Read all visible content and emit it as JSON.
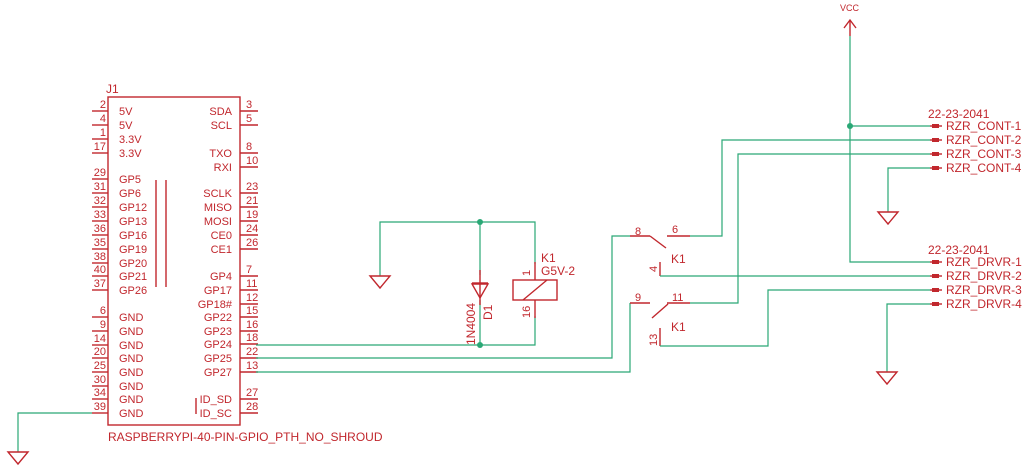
{
  "header": {
    "designator": "J1",
    "part": "RASPBERRYPI-40-PIN-GPIO_PTH_NO_SHROUD"
  },
  "left_pins": [
    {
      "num": "2",
      "name": "5V"
    },
    {
      "num": "4",
      "name": "5V"
    },
    {
      "num": "1",
      "name": "3.3V"
    },
    {
      "num": "17",
      "name": "3.3V"
    },
    {
      "num": "29",
      "name": "GP5"
    },
    {
      "num": "31",
      "name": "GP6"
    },
    {
      "num": "32",
      "name": "GP12"
    },
    {
      "num": "33",
      "name": "GP13"
    },
    {
      "num": "36",
      "name": "GP16"
    },
    {
      "num": "35",
      "name": "GP19"
    },
    {
      "num": "38",
      "name": "GP20"
    },
    {
      "num": "40",
      "name": "GP21"
    },
    {
      "num": "37",
      "name": "GP26"
    },
    {
      "num": "6",
      "name": "GND"
    },
    {
      "num": "9",
      "name": "GND"
    },
    {
      "num": "14",
      "name": "GND"
    },
    {
      "num": "20",
      "name": "GND"
    },
    {
      "num": "25",
      "name": "GND"
    },
    {
      "num": "30",
      "name": "GND"
    },
    {
      "num": "34",
      "name": "GND"
    },
    {
      "num": "39",
      "name": "GND"
    }
  ],
  "right_pins": [
    {
      "num": "3",
      "name": "SDA"
    },
    {
      "num": "5",
      "name": "SCL"
    },
    {
      "num": "8",
      "name": "TXO"
    },
    {
      "num": "10",
      "name": "RXI"
    },
    {
      "num": "23",
      "name": "SCLK"
    },
    {
      "num": "21",
      "name": "MISO"
    },
    {
      "num": "19",
      "name": "MOSI"
    },
    {
      "num": "24",
      "name": "CE0"
    },
    {
      "num": "26",
      "name": "CE1"
    },
    {
      "num": "7",
      "name": "GP4"
    },
    {
      "num": "11",
      "name": "GP17"
    },
    {
      "num": "12",
      "name": "GP18#"
    },
    {
      "num": "15",
      "name": "GP22"
    },
    {
      "num": "16",
      "name": "GP23"
    },
    {
      "num": "18",
      "name": "GP24"
    },
    {
      "num": "22",
      "name": "GP25"
    },
    {
      "num": "13",
      "name": "GP27"
    },
    {
      "num": "27",
      "name": "ID_SD"
    },
    {
      "num": "28",
      "name": "ID_SC"
    }
  ],
  "diode": {
    "ref": "D1",
    "value": "1N4004"
  },
  "relay_coil": {
    "ref": "K1",
    "value": "G5V-2",
    "pin_a": "1",
    "pin_b": "16"
  },
  "switch1": {
    "ref": "K1",
    "com": "8",
    "no": "6",
    "nc": "4"
  },
  "switch2": {
    "ref": "K1",
    "com": "9",
    "no": "11",
    "nc": "13"
  },
  "vcc": {
    "label": "VCC"
  },
  "conn_cont": {
    "title": "22-23-2041",
    "pins": [
      "RZR_CONT-1",
      "RZR_CONT-2",
      "RZR_CONT-3",
      "RZR_CONT-4"
    ]
  },
  "conn_drvr": {
    "title": "22-23-2041",
    "pins": [
      "RZR_DRVR-1",
      "RZR_DRVR-2",
      "RZR_DRVR-3",
      "RZR_DRVR-4"
    ]
  }
}
